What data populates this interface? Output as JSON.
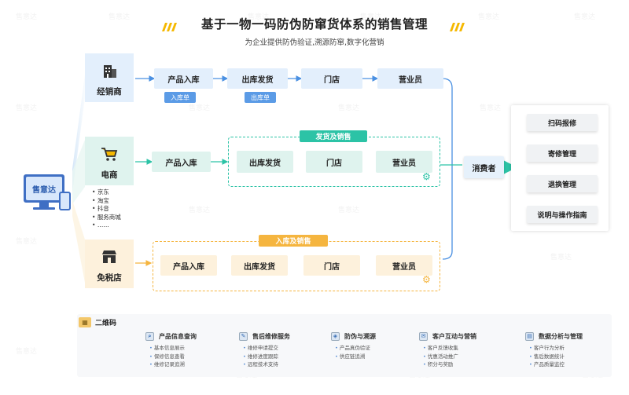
{
  "header": {
    "title": "基于一物一码防伪防窜货体系的销售管理",
    "subtitle": "为企业提供防伪验证,溯源防窜,数字化营销"
  },
  "colors": {
    "blue": "#4a90e2",
    "green": "#2cc3a6",
    "orange": "#f5b53f",
    "accent_bar": "#f5b800"
  },
  "center": {
    "label": "售意达",
    "icon": "monitor-phone-icon"
  },
  "dealer": {
    "name": "经销商",
    "icon": "building-icon",
    "steps": [
      "产品入库",
      "出库发货",
      "门店",
      "营业员"
    ],
    "tags": [
      "入库单",
      "出库单"
    ]
  },
  "ecommerce": {
    "name": "电商",
    "icon": "shopping-cart-icon",
    "platforms": [
      "京东",
      "淘宝",
      "抖音",
      "服务商城",
      "……"
    ],
    "first_step": "产品入库",
    "group_tag": "发货及销售",
    "steps": [
      "出库发货",
      "门店",
      "营业员"
    ]
  },
  "dutyfree": {
    "name": "免税店",
    "icon": "store-icon",
    "group_tag": "入库及销售",
    "steps": [
      "产品入库",
      "出库发货",
      "门店",
      "营业员"
    ]
  },
  "consumer": {
    "label": "消费者"
  },
  "services": [
    "扫码报修",
    "寄修管理",
    "退换管理",
    "说明与操作指南"
  ],
  "qrcode": {
    "label": "二维码",
    "sections": [
      {
        "title": "产品信息查询",
        "icon": "search-icon",
        "items": [
          "基本信息展示",
          "保修信息查看",
          "维修记录追溯"
        ]
      },
      {
        "title": "售后维修服务",
        "icon": "wrench-icon",
        "items": [
          "维修申请提交",
          "维修进度跟踪",
          "远程技术支持"
        ]
      },
      {
        "title": "防伪与溯源",
        "icon": "shield-icon",
        "items": [
          "产品真伪验证",
          "供应链追溯"
        ]
      },
      {
        "title": "客户互动与营销",
        "icon": "chat-icon",
        "items": [
          "客户反馈收集",
          "优惠活动推广",
          "积分与奖励"
        ]
      },
      {
        "title": "数据分析与管理",
        "icon": "chart-icon",
        "items": [
          "客户行为分析",
          "售后数据统计",
          "产品质量监控"
        ]
      }
    ]
  },
  "watermark": "售意达"
}
